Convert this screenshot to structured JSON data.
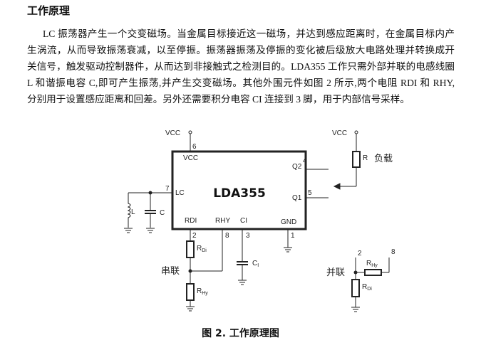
{
  "heading": "工作原理",
  "paragraph_lines": [
    "LC 振荡器产生一个交变磁场。当金属目标接近这一磁场，并达到感应距离时，在金属目标内产",
    "生涡流，从而导致振荡衰减，以至停振。振荡器振荡及停振的变化被后级放大电路处理并转换成开",
    "关信号，触发驱动控制器件，从而达到非接触式之检测目的。LDA355 工作只需外部并联的电感线圈",
    "L 和谐振电容 C,即可产生振荡,并产生交变磁场。其他外围元件如图 2 所示,两个电阻 RDI 和 RHY,",
    "分别用于设置感应距离和回差。另外还需要积分电容 CI 连接到 3 脚，用于内部信号采样。"
  ],
  "diagram": {
    "chip_name": "LDA355",
    "vcc": "VCC",
    "pins": {
      "vcc": "VCC",
      "lc": "LC",
      "rdi": "RDI",
      "rhy": "RHY",
      "ci": "CI",
      "gnd": "GND",
      "q1": "Q1",
      "q2": "Q2"
    },
    "pin_numbers": {
      "vcc": "6",
      "lc": "7",
      "rdi": "2",
      "rhy": "8",
      "ci": "3",
      "gnd": "1",
      "q1": "5",
      "q2": "4"
    },
    "components": {
      "L": "L",
      "C": "C",
      "R": "R",
      "RDi": "R",
      "RDi_sub": "Di",
      "RHy": "R",
      "RHy_sub": "Hy",
      "CI": "C",
      "CI_sub": "I"
    },
    "load_label": "负载",
    "series_label": "串联",
    "parallel_label": "并联",
    "parallel_pin_a": "2",
    "parallel_pin_b": "8"
  },
  "caption": "图 2.  工作原理图"
}
